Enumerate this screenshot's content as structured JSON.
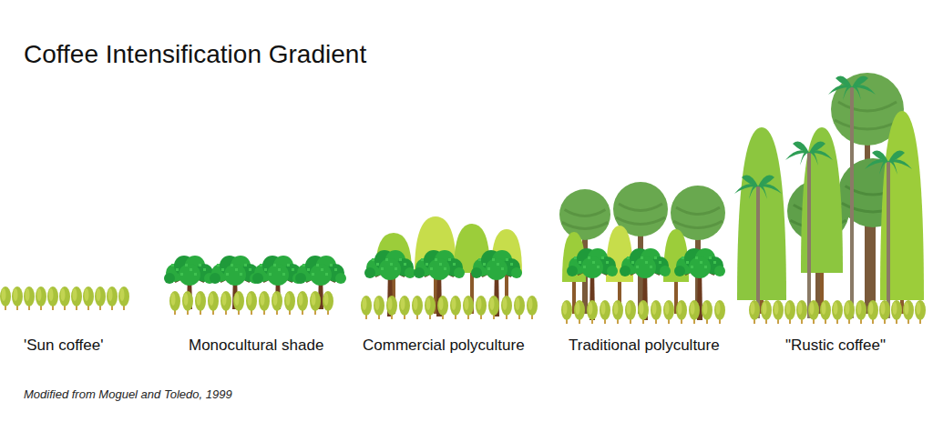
{
  "diagram": {
    "title": "Coffee Intensification Gradient",
    "caption": "Modified from Moguel and Toledo, 1999",
    "labels": [
      "'Sun coffee'",
      "Monocultural shade",
      "Commercial polyculture",
      "Traditional polyculture",
      "\"Rustic coffee\""
    ]
  }
}
